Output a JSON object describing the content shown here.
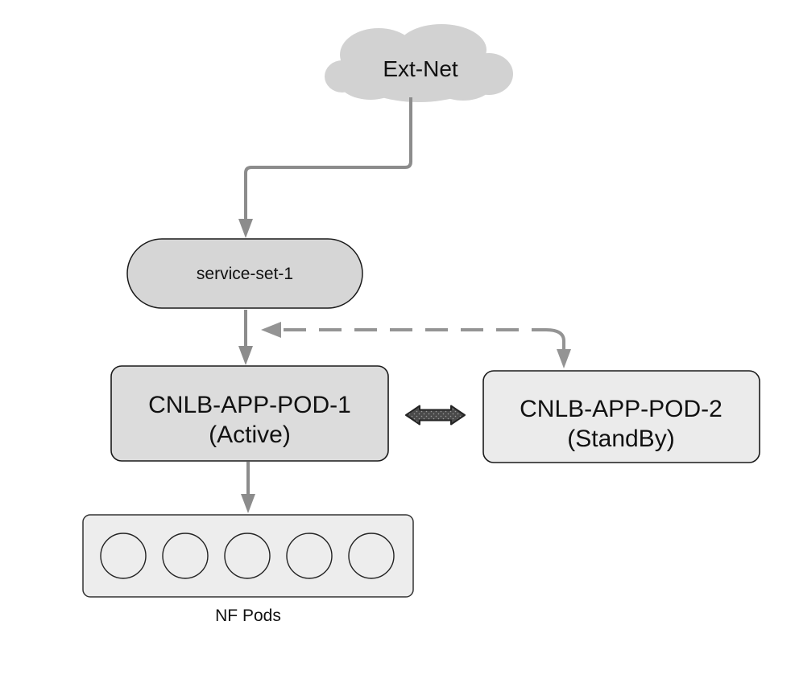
{
  "diagram": {
    "ext_net": {
      "label": "Ext-Net"
    },
    "service_set": {
      "label": "service-set-1"
    },
    "pod1": {
      "line1": "CNLB-APP-POD-1",
      "line2": "(Active)"
    },
    "pod2": {
      "line1": "CNLB-APP-POD-2",
      "line2": "(StandBy)"
    },
    "nf_pods": {
      "label": "NF Pods",
      "pod_count": 5
    },
    "colors": {
      "cloud_fill": "#d2d2d2",
      "pill_fill": "#d6d6d6",
      "pod1_fill": "#dcdcdc",
      "pod2_fill": "#ebebeb",
      "nf_box_fill": "#ededed",
      "arrow": "#8c8c8c",
      "dashed_arrow": "#949494",
      "double_arrow_fill": "#4a4a4a",
      "double_arrow_dots": "#9a9a9a",
      "border": "#1a1a1a"
    }
  }
}
